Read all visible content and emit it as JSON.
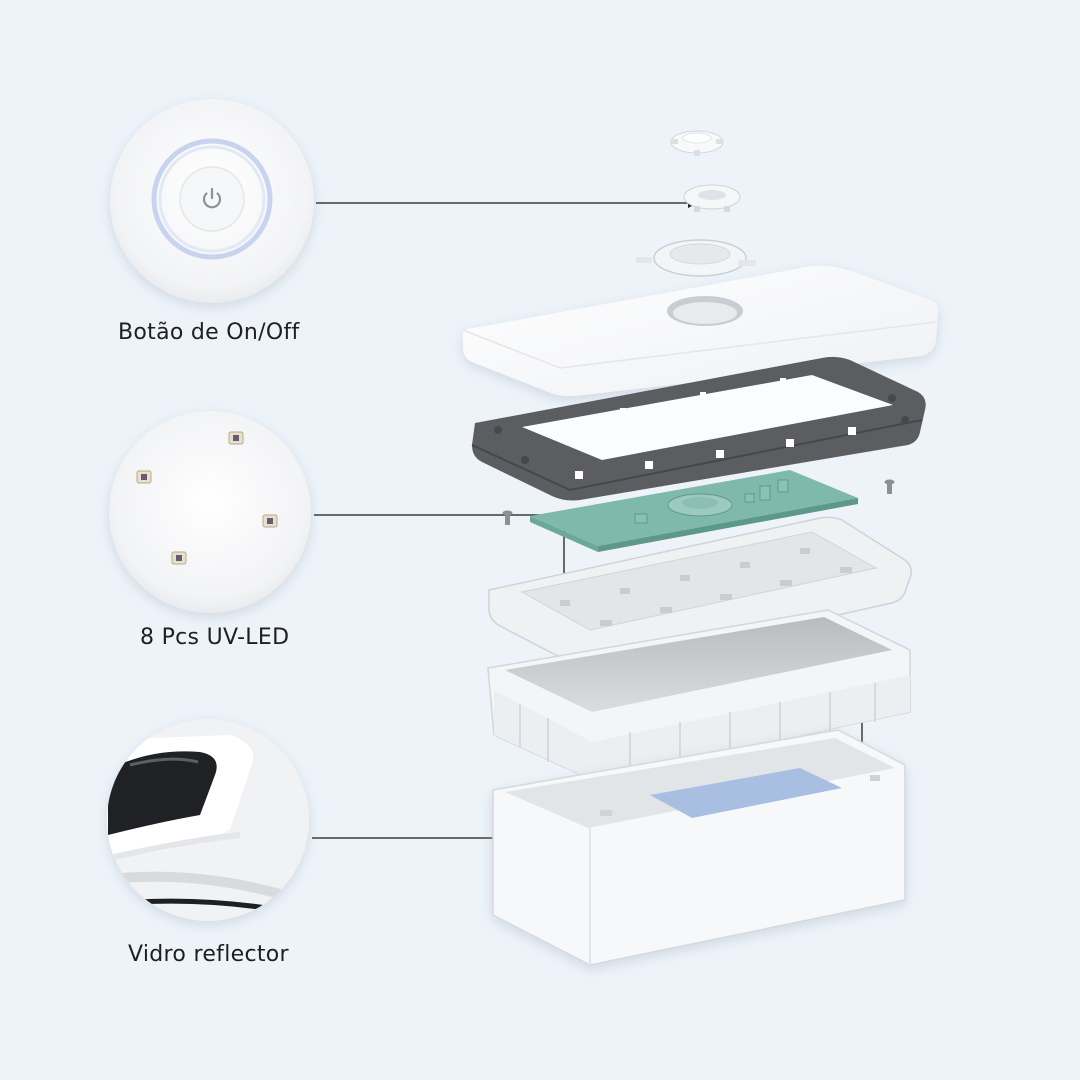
{
  "callouts": [
    {
      "id": "power",
      "label": "Botão de On/Off",
      "icon": "power-icon"
    },
    {
      "id": "uvled",
      "label": "8 Pcs UV-LED",
      "icon": "uv-led-chip-icon"
    },
    {
      "id": "reflector",
      "label": "Vidro reflector",
      "icon": "reflector-glass-icon"
    }
  ],
  "colors": {
    "background": "#edf3f9",
    "housing_white": "#f7f8fa",
    "frame_gray": "#58595d",
    "pcb_green": "#7fb8ad",
    "uv_panel_blue": "#a9bfe2",
    "power_ring": "#c3d1ee",
    "leader_line": "#3a3d42"
  }
}
